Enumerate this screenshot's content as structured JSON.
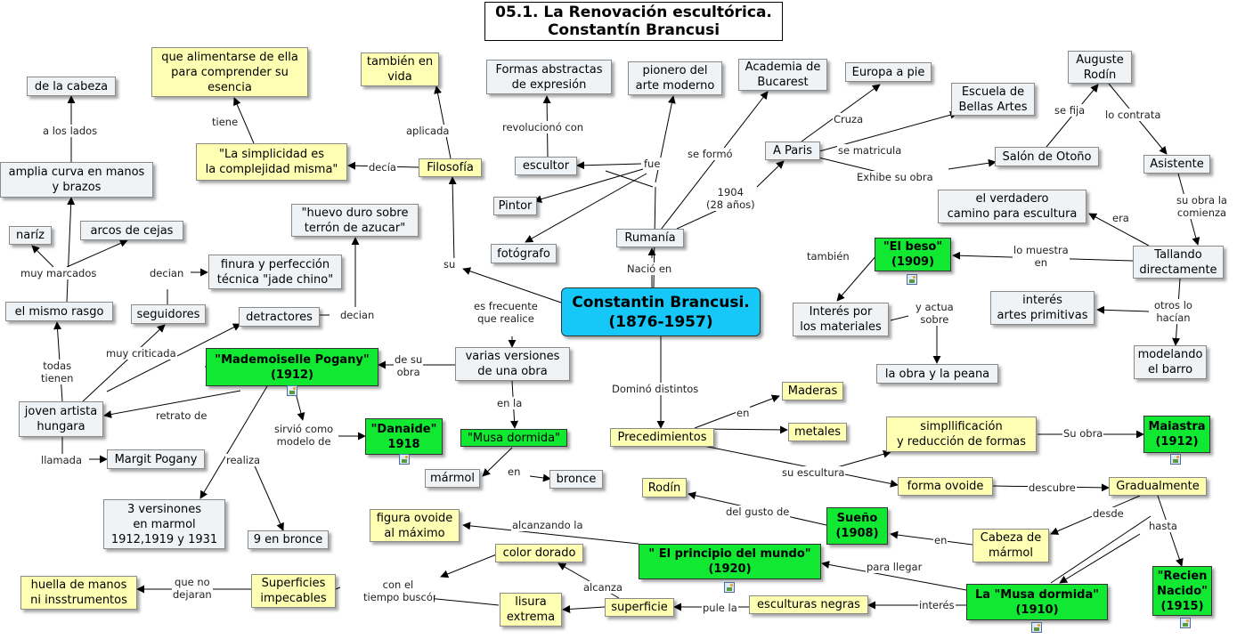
{
  "title": "05.1. La Renovación escultórica.\nConstantín Brancusi",
  "center": "Constantin Brancusi.\n(1876-1957)",
  "nodes": {
    "rumania": "Rumanía",
    "academia": "Academia de\nBucarest",
    "paris": "A Paris",
    "europa": "Europa a pie",
    "escuela": "Escuela de\nBellas Artes",
    "salon": "Salón de Otoño",
    "rodin_aug": "Auguste\nRodín",
    "asistente": "Asistente",
    "tallando": "Tallando\ndirectamente",
    "verdadero": "el verdadero\ncamino para escultura",
    "beso": "\"El beso\"\n(1909)",
    "interes_mat": "Interés por\nlos materiales",
    "obra_peana": "la obra y la peana",
    "artes_prim": "interés\nartes primitivas",
    "modelando": "modelando\nel barro",
    "formas_abs": "Formas abstractas\nde expresión",
    "pionero": "pionero del\narte moderno",
    "escultor": "escultor",
    "pintor": "Pintor",
    "fotografo": "fotógrafo",
    "filosofia": "Filosofía",
    "tambien_vida": "también en\nvida",
    "simplicidad": "\"La simplicidad es\nla complejidad misma\"",
    "alimentarse": "que alimentarse de ella\npara comprender su\nesencia",
    "huevo": "\"huevo duro sobre\nterrón de azucar\"",
    "finura": "finura y perfección\ntécnica \"jade chino\"",
    "seguidores": "seguidores",
    "detractores": "detractores",
    "cabeza": "de la cabeza",
    "amplia_curva": "amplia curva en manos\ny brazos",
    "nariz": "naríz",
    "arcos": "arcos de cejas",
    "mismo_rasgo": "el mismo rasgo",
    "joven": "joven artista\nhungara",
    "margit": "Margit Pogany",
    "pogany": "\"Mademoiselle Pogany\"\n(1912)",
    "versiones_marmol": "3 versinones\nen marmol\n1912,1919 y 1931",
    "bronce9": "9 en bronce",
    "danaide": "\"Danaide\"\n1918",
    "varias": "varias versiones\nde una obra",
    "musa_dormida_g": "\"Musa dormida\"",
    "marmol": "mármol",
    "bronce": "bronce",
    "precedimientos": "Precedimientos",
    "maderas": "Maderas",
    "metales": "metales",
    "simplificacion": "simpllificación\ny reducción de formas",
    "maiastra": "Maiastra\n(1912)",
    "forma_ovoide": "forma ovoide",
    "gradualmente": "Gradualmente",
    "rodin": "Rodín",
    "sueno": "Sueño\n(1908)",
    "cabeza_marmol": "Cabeza de\nmármol",
    "recien": "\"Recien\nNacido\"\n(1915)",
    "figura_ovoide": "figura ovoide\nal máximo",
    "principio": "\" El principio del mundo\"\n(1920)",
    "musa_1910": "La \"Musa dormida\"\n(1910)",
    "color_dorado": "color dorado",
    "lisura": "lisura\nextrema",
    "superficie": "superficie",
    "esculturas_negras": "esculturas negras",
    "superficies_imp": "Superficies\nimpecables",
    "huella": "huella de manos\nni insstrumentos"
  },
  "labels": {
    "nacio_en": "Nació en",
    "se_formo": "se formó",
    "year1904": "1904\n(28 años)",
    "cruza": "Cruza",
    "se_matricula": "se matricula",
    "exhibe": "Exhibe su obra",
    "se_fija": "se fija",
    "lo_contrata": "lo contrata",
    "su_obra_comienza": "su obra la\ncomienza",
    "era": "era",
    "lo_muestra": "lo muestra\nen",
    "tambien": "también",
    "y_actua": "y actua\nsobre",
    "otros_hacian": "otros lo\nhacían",
    "revoluciono": "revolucionó con",
    "fue": "fue",
    "su": "su",
    "aplicada": "aplicada",
    "decia1": "decía",
    "tiene": "tiene",
    "decian1": "decian",
    "decian2": "decian",
    "a_los_lados": "a los lados",
    "muy_marcados": "muy marcados",
    "muy_criticada": "muy criticada",
    "todas_tienen": "todas\ntienen",
    "retrato_de": "retrato de",
    "llamada": "llamada",
    "de_su_obra": "de su\nobra",
    "es_frecuente": "es frecuente\nque realice",
    "sirvio": "sirvió como\nmodelo de",
    "realiza": "realiza",
    "en_la": "en la",
    "en1": "en",
    "domino": "Dominó distintos",
    "en2": "en",
    "su_escultura": "su escultura",
    "su_obra": "Su obra",
    "descubre": "descubre",
    "desde": "desde",
    "hasta": "hasta",
    "del_gusto": "del gusto de",
    "en3": "en",
    "alcanzando": "alcanzando la",
    "para_llegar": "para llegar",
    "interes": "interés",
    "pule_la": "pule la",
    "alcanza": "alcanza",
    "con_tiempo": "con el\ntiempo buscó",
    "que_no": "que no\ndejaran"
  }
}
